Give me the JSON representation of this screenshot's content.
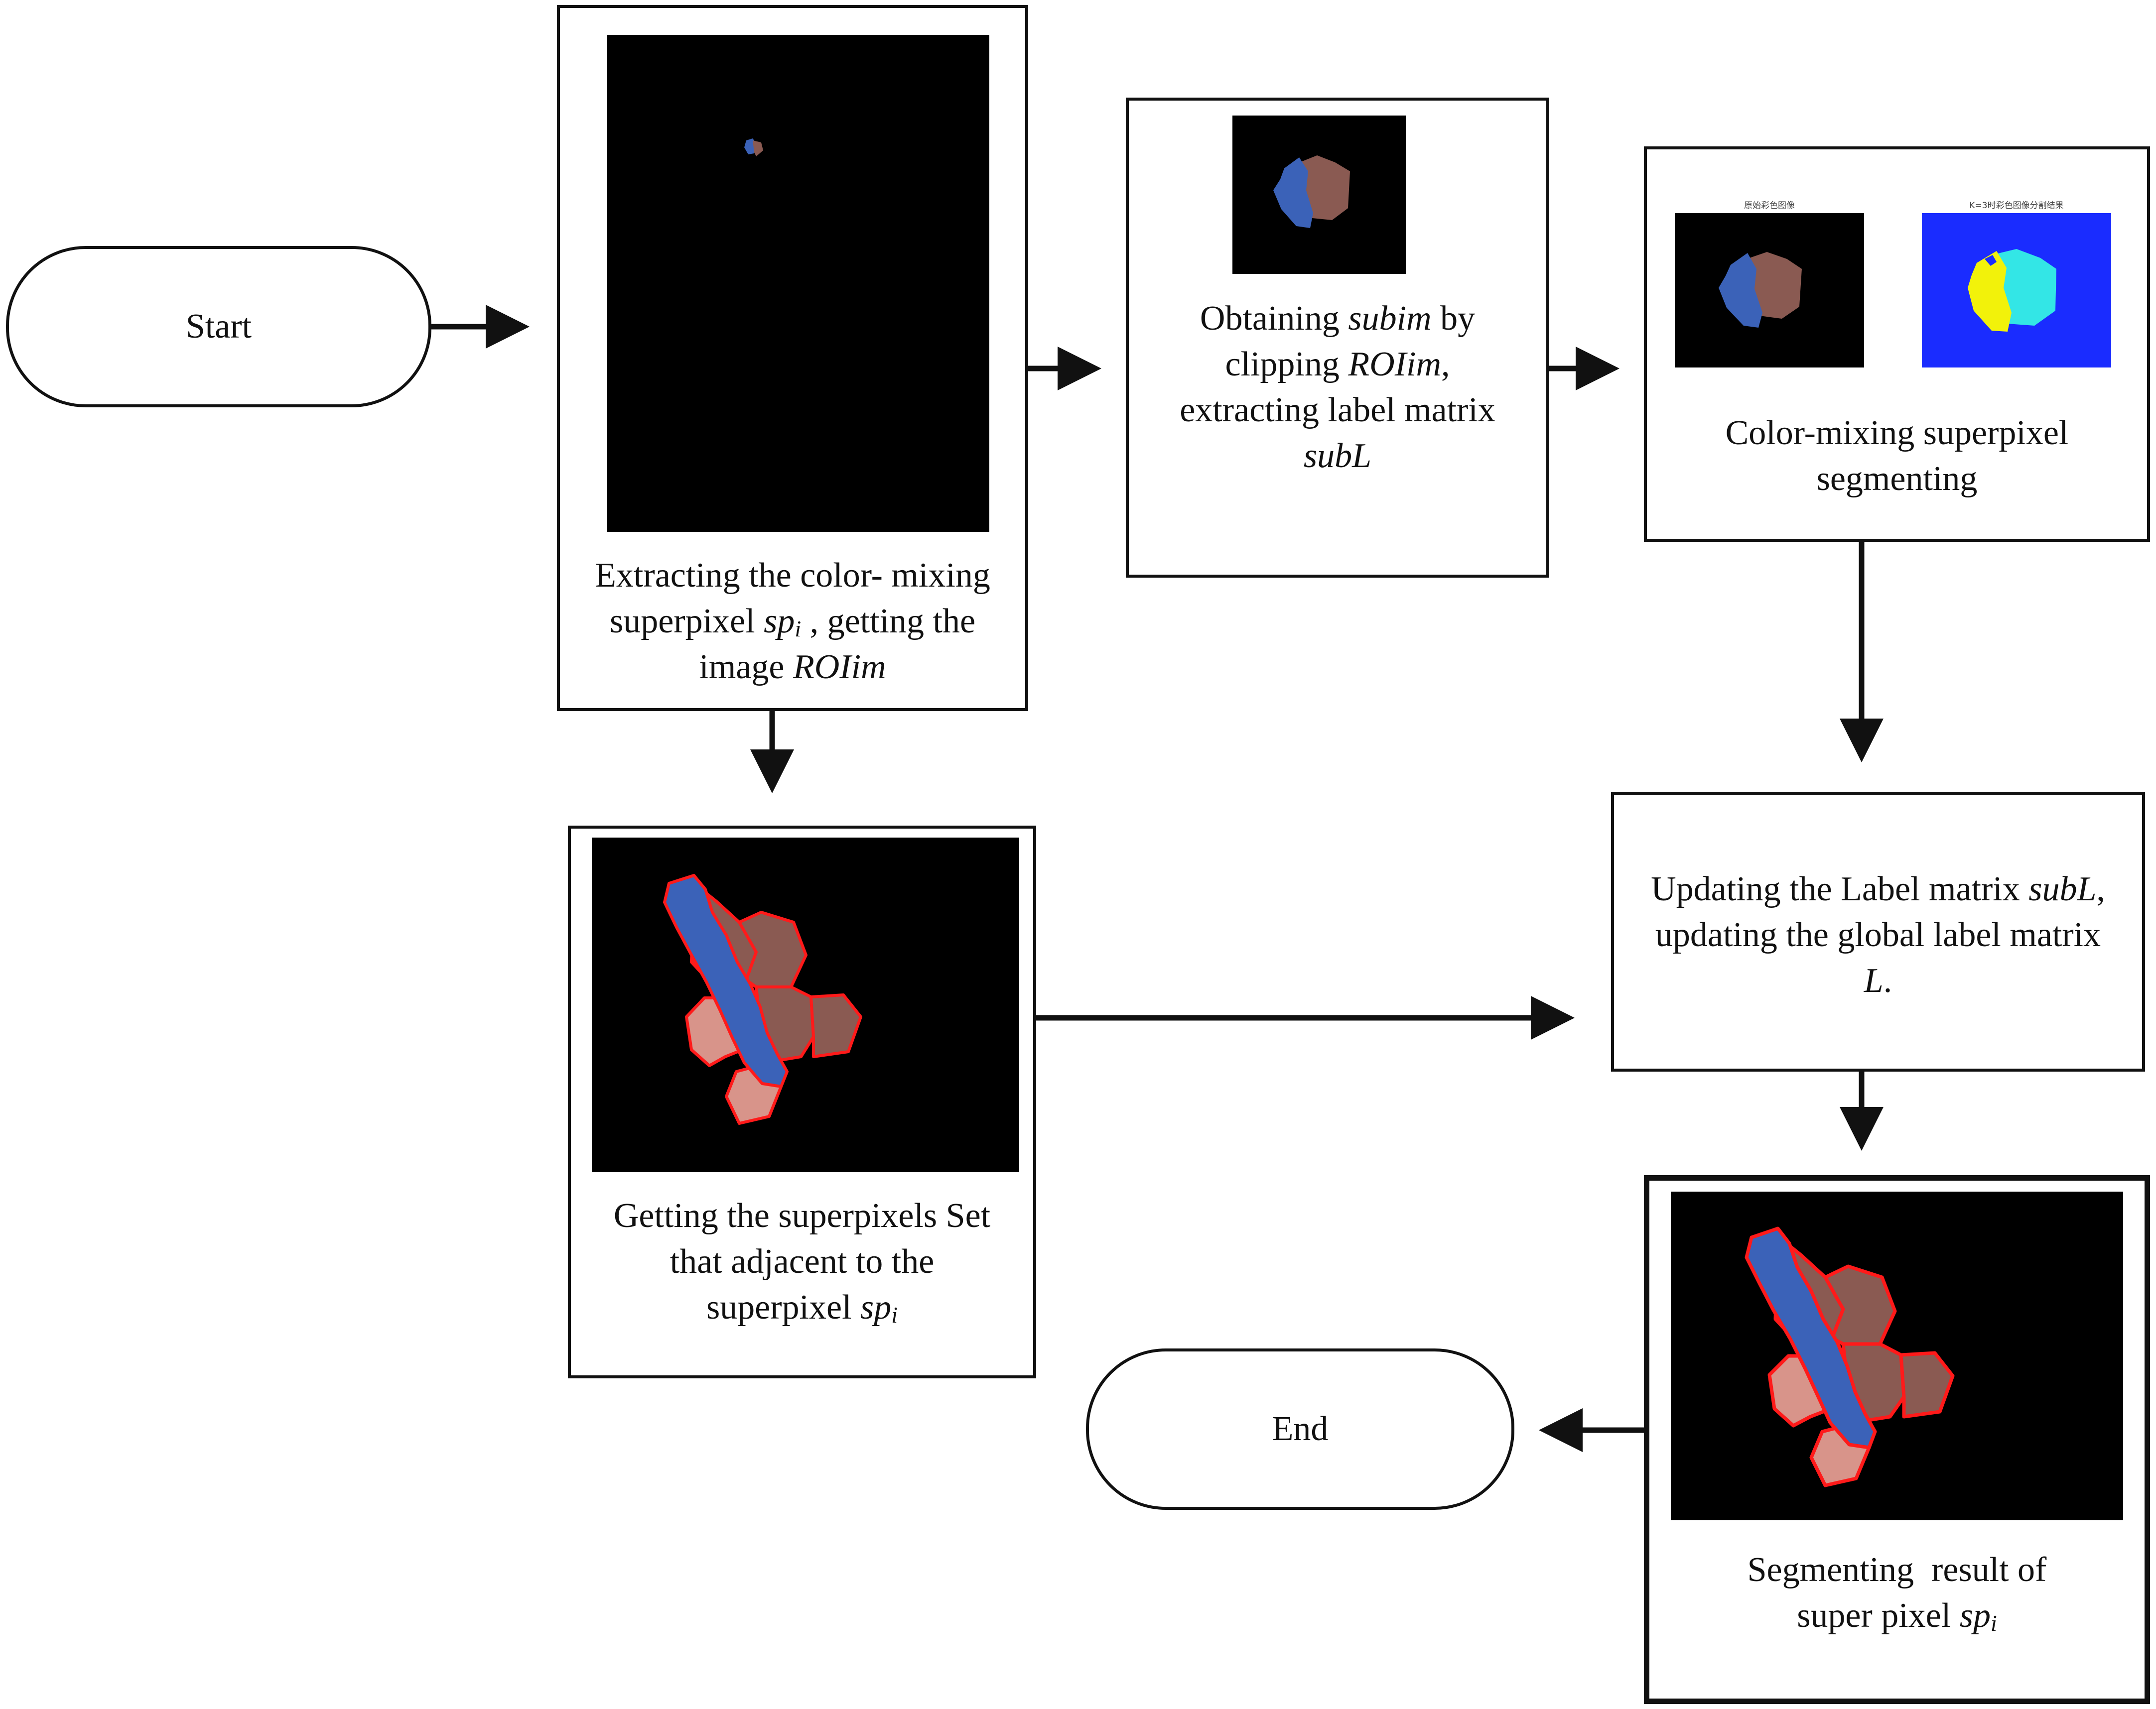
{
  "nodes": {
    "start": {
      "label": "Start"
    },
    "end": {
      "label": "End"
    },
    "extract": {
      "line1": "Extracting the color- mixing",
      "line2_pre": "superpixel ",
      "line2_var": "sp",
      "line2_sub": "i",
      "line2_post": " , getting the",
      "line3_pre": "image ",
      "line3_var": "ROIim"
    },
    "clip": {
      "line1_pre": "Obtaining ",
      "line1_var": "subim",
      "line1_post": " by",
      "line2_pre": "clipping ",
      "line2_var": "ROIim",
      "line2_post": ",",
      "line3": "extracting label matrix",
      "line4_var": "subL"
    },
    "segment": {
      "line1": "Color-mixing superpixel",
      "line2": "segmenting",
      "img_left_title": "原始彩色图像",
      "img_right_title": "K=3时彩色图像分割结果"
    },
    "adjacent": {
      "line1": "Getting the superpixels Set",
      "line2": "that adjacent to the",
      "line3_pre": "superpixel ",
      "line3_var": "sp",
      "line3_sub": "i"
    },
    "update": {
      "line1_pre": "Updating the Label matrix ",
      "line1_var": "subL",
      "line1_post": ",",
      "line2": "updating the global label matrix",
      "line3_var": "L",
      "line3_post": "."
    },
    "result": {
      "line1": "Segmenting  result of",
      "line2_pre": "super pixel ",
      "line2_var": "sp",
      "line2_sub": "i"
    }
  },
  "colors": {
    "stroke": "#111111",
    "image_bg": "#000000",
    "superpixel_blue": "#3b62b8",
    "superpixel_brown": "#8a5a52",
    "superpixel_pink": "#d8948a",
    "boundary_red": "#ff1a1a",
    "kmeans_bg": "#1a2cff",
    "kmeans_yellow": "#f2f20a",
    "kmeans_cyan": "#33e6e6"
  }
}
